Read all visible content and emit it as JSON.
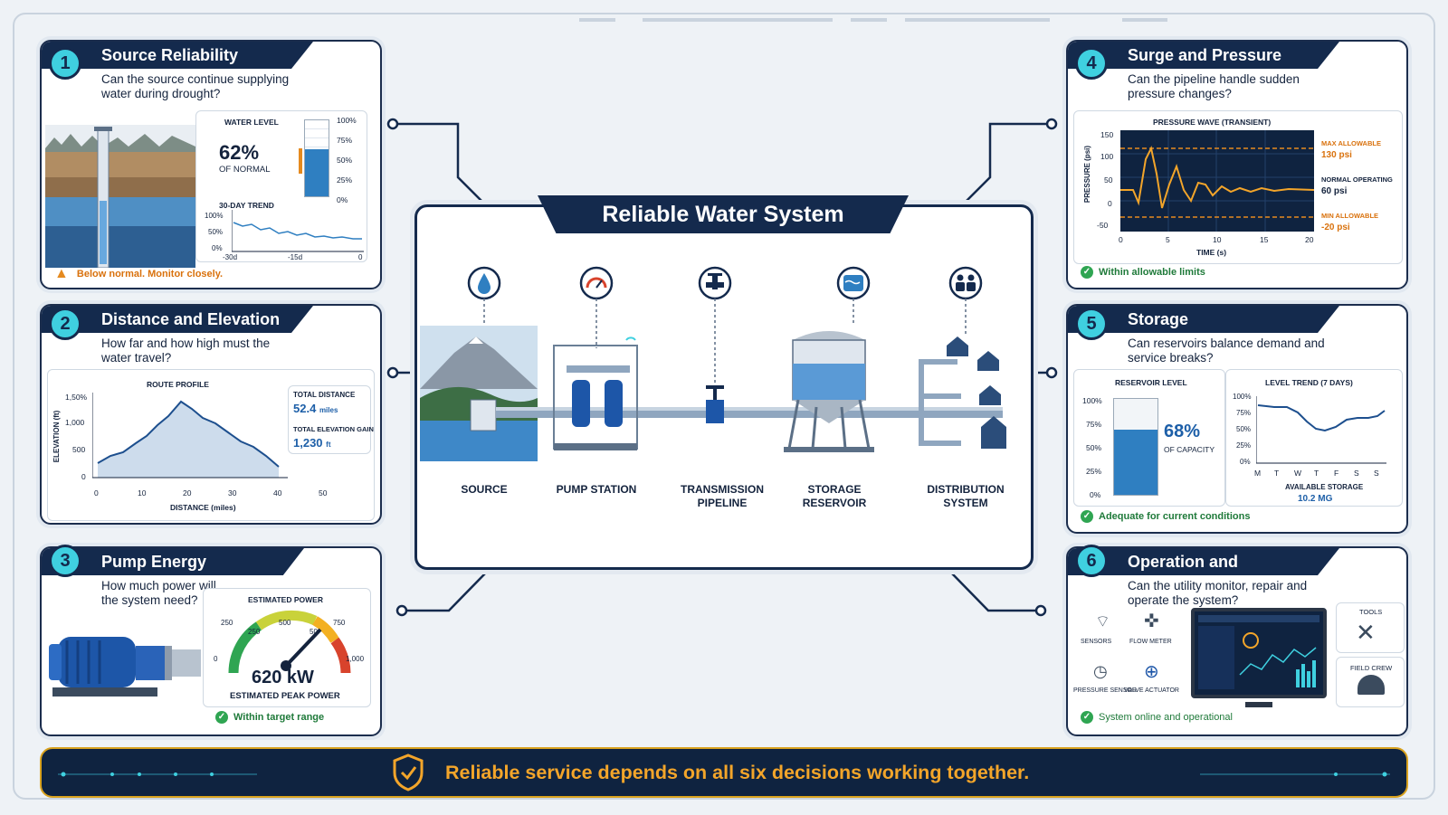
{
  "title": "Reliable Water System",
  "footer": "Reliable service depends on all six decisions working together.",
  "colors": {
    "navy": "#142a4d",
    "accent": "#3fd0e0",
    "water": "#2f7fc1",
    "warning": "#d9710c",
    "ok": "#2fa552",
    "orange": "#e58a1f"
  },
  "stages": [
    {
      "label": "SOURCE",
      "icon": "water-drop-icon"
    },
    {
      "label": "PUMP STATION",
      "icon": "gauge-icon"
    },
    {
      "label": "TRANSMISSION PIPELINE",
      "icon": "valve-icon"
    },
    {
      "label": "STORAGE RESERVOIR",
      "icon": "reservoir-icon"
    },
    {
      "label": "DISTRIBUTION SYSTEM",
      "icon": "people-icon"
    }
  ],
  "panels": {
    "p1": {
      "num": "1",
      "title": "Source Reliability",
      "question": "Can the source continue supplying water during drought?",
      "water_level_label": "WATER LEVEL",
      "value": "62%",
      "value_sub": "OF NORMAL",
      "gauge_ticks": [
        "100%",
        "75%",
        "50%",
        "25%",
        "0%"
      ],
      "trend_label": "30-DAY TREND",
      "trend_y": [
        "100%",
        "50%",
        "0%"
      ],
      "trend_x": [
        "-30d",
        "-15d",
        "0"
      ],
      "status": "Below normal. Monitor closely."
    },
    "p2": {
      "num": "2",
      "title": "Distance and Elevation",
      "question": "How far and how high must the water travel?",
      "chart_title": "ROUTE PROFILE",
      "ylabel": "ELEVATION (ft)",
      "xlabel": "DISTANCE (miles)",
      "y_ticks": [
        "1,50%",
        "1,000",
        "500",
        "0"
      ],
      "x_ticks": [
        "0",
        "10",
        "20",
        "30",
        "40",
        "50"
      ],
      "dist_label": "TOTAL DISTANCE",
      "dist_value": "52.4",
      "dist_unit": "miles",
      "elev_label": "TOTAL ELEVATION GAIN",
      "elev_value": "1,230",
      "elev_unit": "ft"
    },
    "p3": {
      "num": "3",
      "title": "Pump Energy",
      "question": "How much power will the system need?",
      "chart_title": "ESTIMATED POWER",
      "ticks": [
        "0",
        "250",
        "250",
        "500",
        "50",
        "750",
        "1,000"
      ],
      "value": "620 kW",
      "value_sub": "ESTIMATED PEAK POWER",
      "status": "Within target range"
    },
    "p4": {
      "num": "4",
      "title": "Surge and Pressure",
      "question": "Can the pipeline handle sudden pressure changes?",
      "chart_title": "PRESSURE WAVE (TRANSIENT)",
      "ylabel": "PRESSURE (psi)",
      "xlabel": "TIME (s)",
      "y_ticks": [
        "150",
        "100",
        "50",
        "0",
        "-50"
      ],
      "x_ticks": [
        "0",
        "5",
        "10",
        "15",
        "20"
      ],
      "max_label": "MAX ALLOWABLE",
      "max_value": "130 psi",
      "normal_label": "NORMAL OPERATING",
      "normal_value": "60 psi",
      "min_label": "MIN ALLOWABLE",
      "min_value": "-20 psi",
      "status": "Within allowable limits"
    },
    "p5": {
      "num": "5",
      "title": "Storage",
      "question": "Can reservoirs balance demand and service breaks?",
      "level_title": "RESERVOIR LEVEL",
      "level_ticks": [
        "100%",
        "75%",
        "50%",
        "25%",
        "0%"
      ],
      "value": "68%",
      "value_sub": "OF CAPACITY",
      "trend_title": "LEVEL TREND (7 DAYS)",
      "trend_y": [
        "100%",
        "75%",
        "50%",
        "25%",
        "0%"
      ],
      "days": [
        "M",
        "T",
        "W",
        "T",
        "F",
        "S",
        "S"
      ],
      "avail_label": "AVAILABLE STORAGE",
      "avail_value": "10.2 MG",
      "status": "Adequate for current conditions"
    },
    "p6": {
      "num": "6",
      "title": "Operation and Maintenance",
      "question": "Can the utility monitor, repair and operate the system?",
      "items": [
        "SENSORS",
        "FLOW METER",
        "PRESSURE SENSOR",
        "VALVE ACTUATOR"
      ],
      "tools": "TOOLS",
      "crew": "FIELD CREW",
      "status": "System online and operational"
    }
  }
}
